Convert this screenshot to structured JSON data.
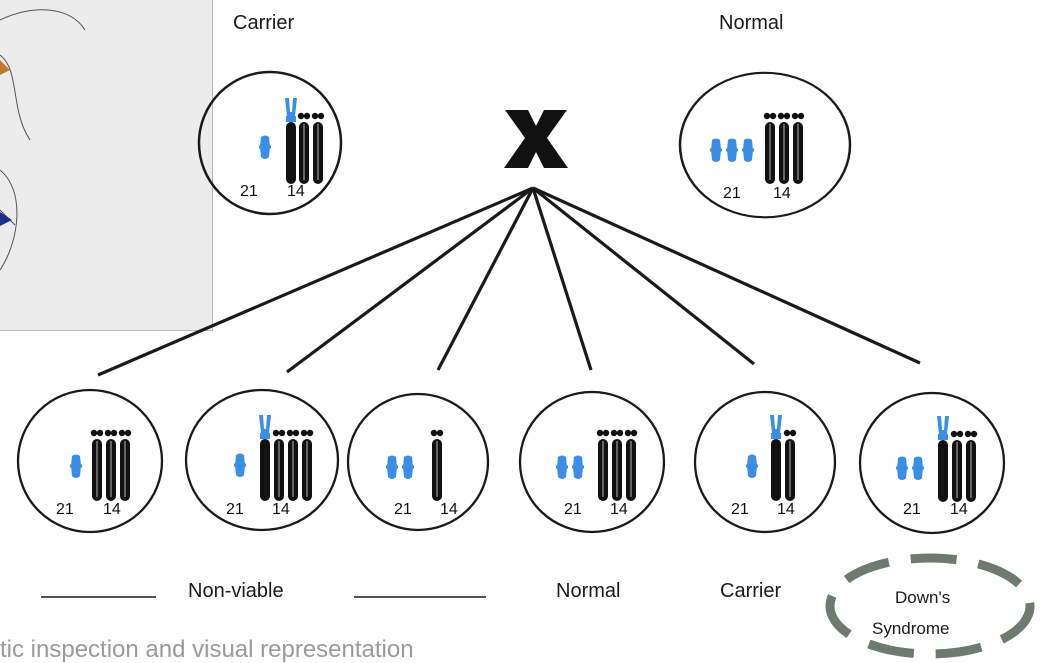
{
  "parents": {
    "left_label": "Carrier",
    "right_label": "Normal",
    "cross_symbol": "X"
  },
  "offspring": [
    {
      "id": "o1"
    },
    {
      "id": "o2"
    },
    {
      "id": "o3"
    },
    {
      "id": "o4"
    },
    {
      "id": "o5"
    },
    {
      "id": "o6"
    }
  ],
  "chromosome_labels": {
    "a": "21",
    "b": "14"
  },
  "outcomes": {
    "nonviable": "Non-viable",
    "normal": "Normal",
    "carrier": "Carrier",
    "downs_line1": "Down's",
    "downs_line2": "Syndrome"
  },
  "colors": {
    "chr21": "#3a8ee6",
    "chr14": "#111111",
    "highlight": "#6e7a70"
  },
  "partial_caption": "tic inspection and visual representation"
}
